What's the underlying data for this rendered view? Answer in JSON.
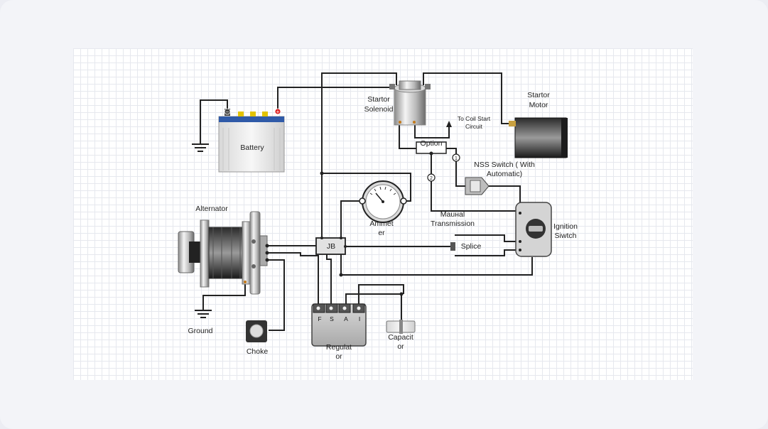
{
  "labels": {
    "starter_solenoid": [
      "Startor",
      "Solenoid"
    ],
    "starter_motor": [
      "Startor",
      "Motor"
    ],
    "to_coil": [
      "To Coil Start",
      "Circuit"
    ],
    "battery": "Battery",
    "option": "Option",
    "nss_switch": [
      "NSS Switch ( With",
      "Automatic)"
    ],
    "ammeter": [
      "Ammet",
      "er"
    ],
    "manual_transmission": [
      "Mauнal",
      "Transmission"
    ],
    "alternator": "Alternator",
    "jb": "JB",
    "splice": "Splice",
    "ignition_switch": [
      "Ignition",
      "Siwtch"
    ],
    "ground": "Ground",
    "choke": "Choke",
    "regulator": [
      "Regulat",
      "or"
    ],
    "capacitor": [
      "Capacit",
      "or"
    ],
    "reg_terminals": [
      "F",
      "S",
      "A",
      "I"
    ],
    "node1": "1",
    "node2": "2"
  }
}
